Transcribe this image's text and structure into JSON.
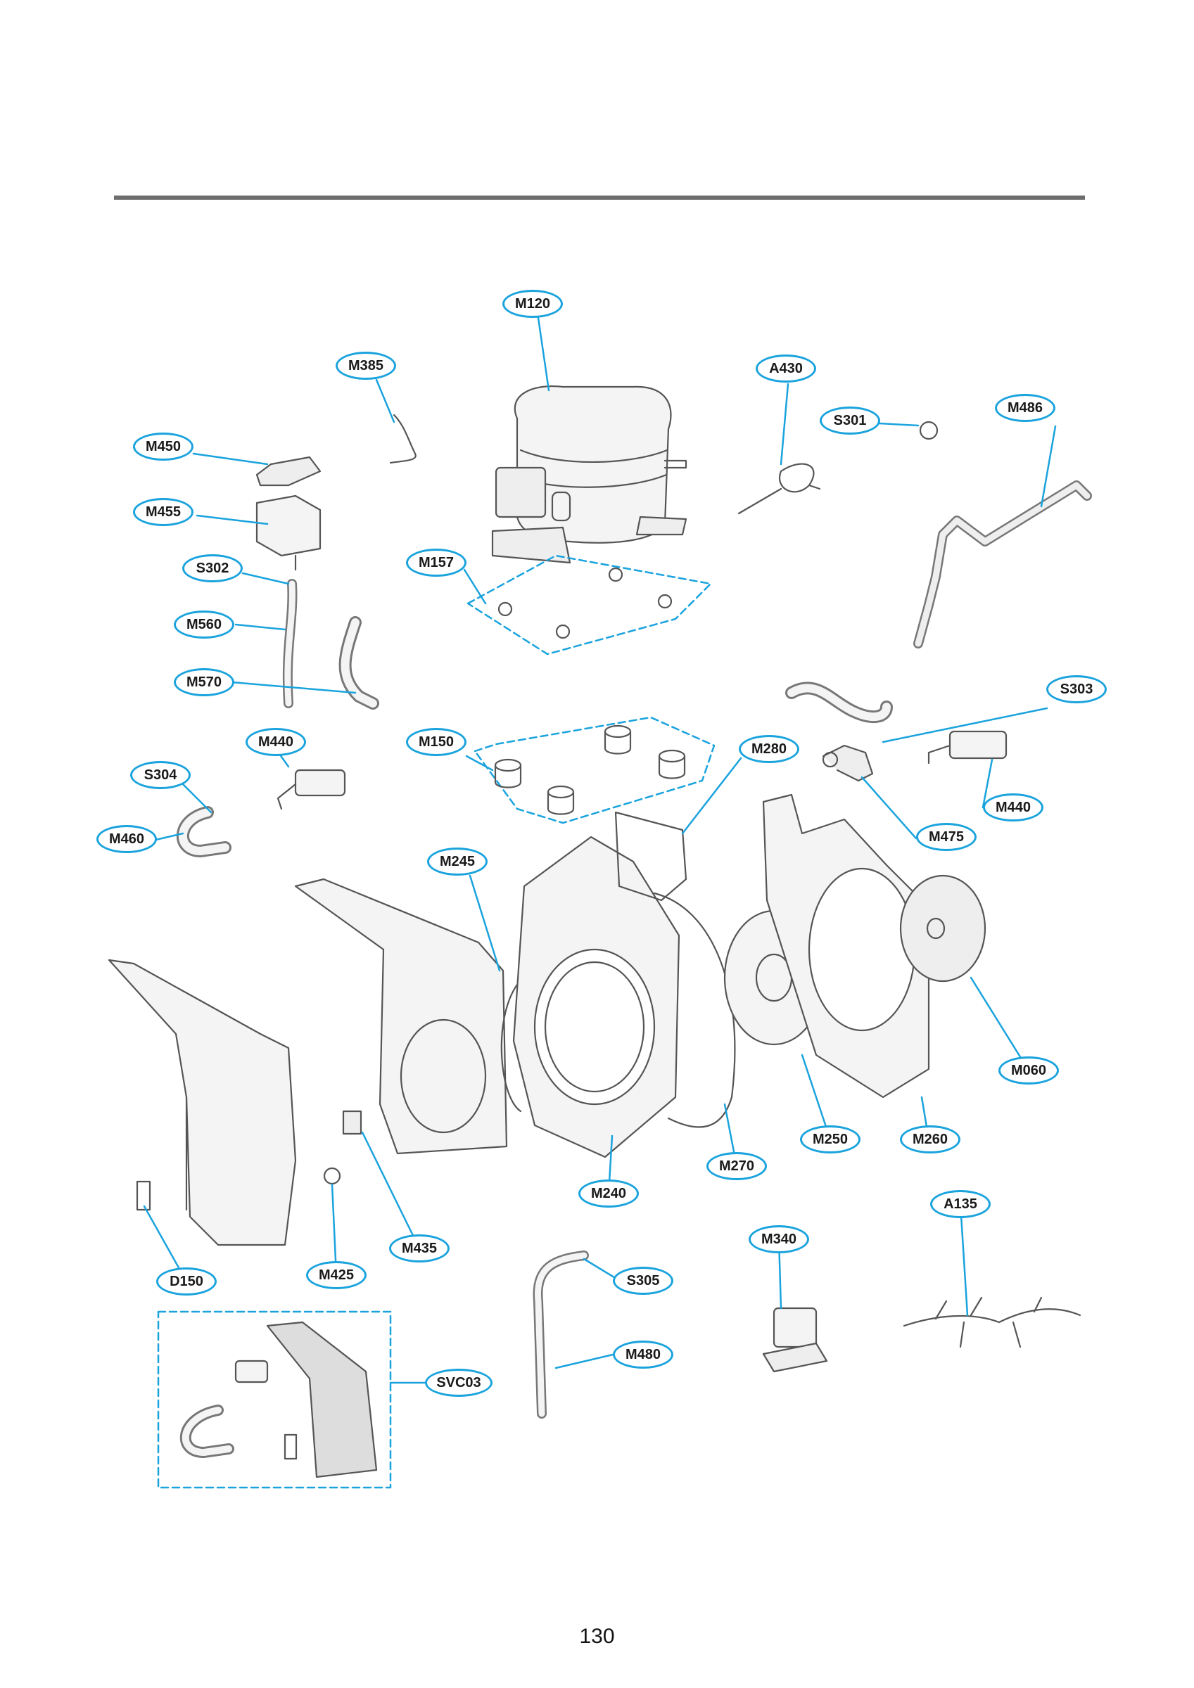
{
  "page_number": "130",
  "accent_color": "#1aa3dd",
  "part_color": "#555555",
  "callouts": [
    {
      "id": "M120"
    },
    {
      "id": "M385"
    },
    {
      "id": "A430"
    },
    {
      "id": "S301"
    },
    {
      "id": "M486"
    },
    {
      "id": "M450"
    },
    {
      "id": "M455"
    },
    {
      "id": "S302"
    },
    {
      "id": "M157"
    },
    {
      "id": "M560"
    },
    {
      "id": "M570"
    },
    {
      "id": "S303"
    },
    {
      "id": "M440"
    },
    {
      "id": "M150"
    },
    {
      "id": "M280"
    },
    {
      "id": "S304"
    },
    {
      "id": "M440"
    },
    {
      "id": "M460"
    },
    {
      "id": "M475"
    },
    {
      "id": "M245"
    },
    {
      "id": "M060"
    },
    {
      "id": "M250"
    },
    {
      "id": "M260"
    },
    {
      "id": "M270"
    },
    {
      "id": "M240"
    },
    {
      "id": "A135"
    },
    {
      "id": "M435"
    },
    {
      "id": "M340"
    },
    {
      "id": "D150"
    },
    {
      "id": "M425"
    },
    {
      "id": "S305"
    },
    {
      "id": "M480"
    },
    {
      "id": "SVC03"
    }
  ]
}
